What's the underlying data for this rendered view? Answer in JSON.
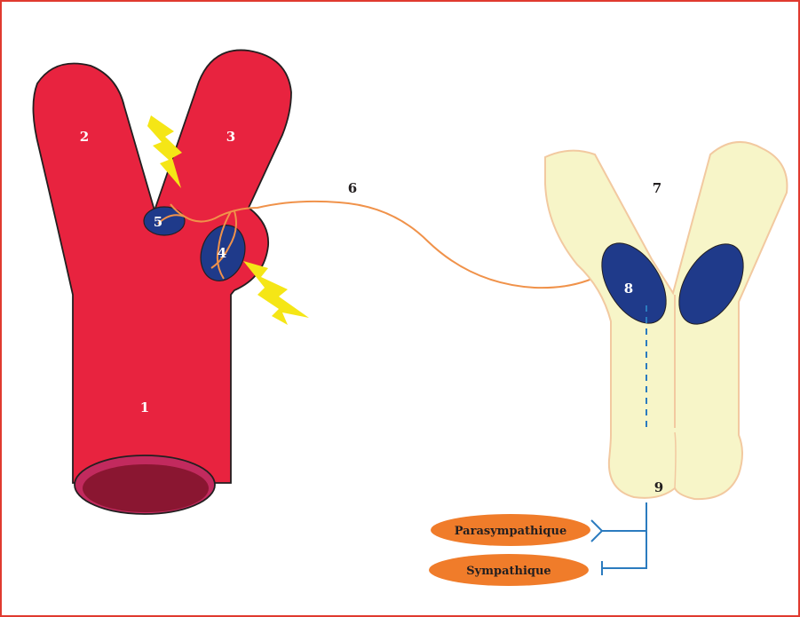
{
  "labels": {
    "l1": "1",
    "l2": "2",
    "l3": "3",
    "l4": "4",
    "l5": "5",
    "l6": "6",
    "l7": "7",
    "l8": "8",
    "l9": "9"
  },
  "pills": {
    "parasympathetic": "Parasympathique",
    "sympathetic": "Sympathique"
  },
  "colors": {
    "frame": "#e03a2f",
    "artery": "#e8233f",
    "lumen": "#8a1631",
    "lumen_rim": "#c22a5e",
    "receptor": "#1f3a8a",
    "nerve": "#f0924a",
    "brainstem": "#f7f5c8",
    "brainstem_outline": "#f2c9a0",
    "pill": "#f07c2a",
    "efferent": "#2b7bbf",
    "lightning": "#f5e616"
  }
}
